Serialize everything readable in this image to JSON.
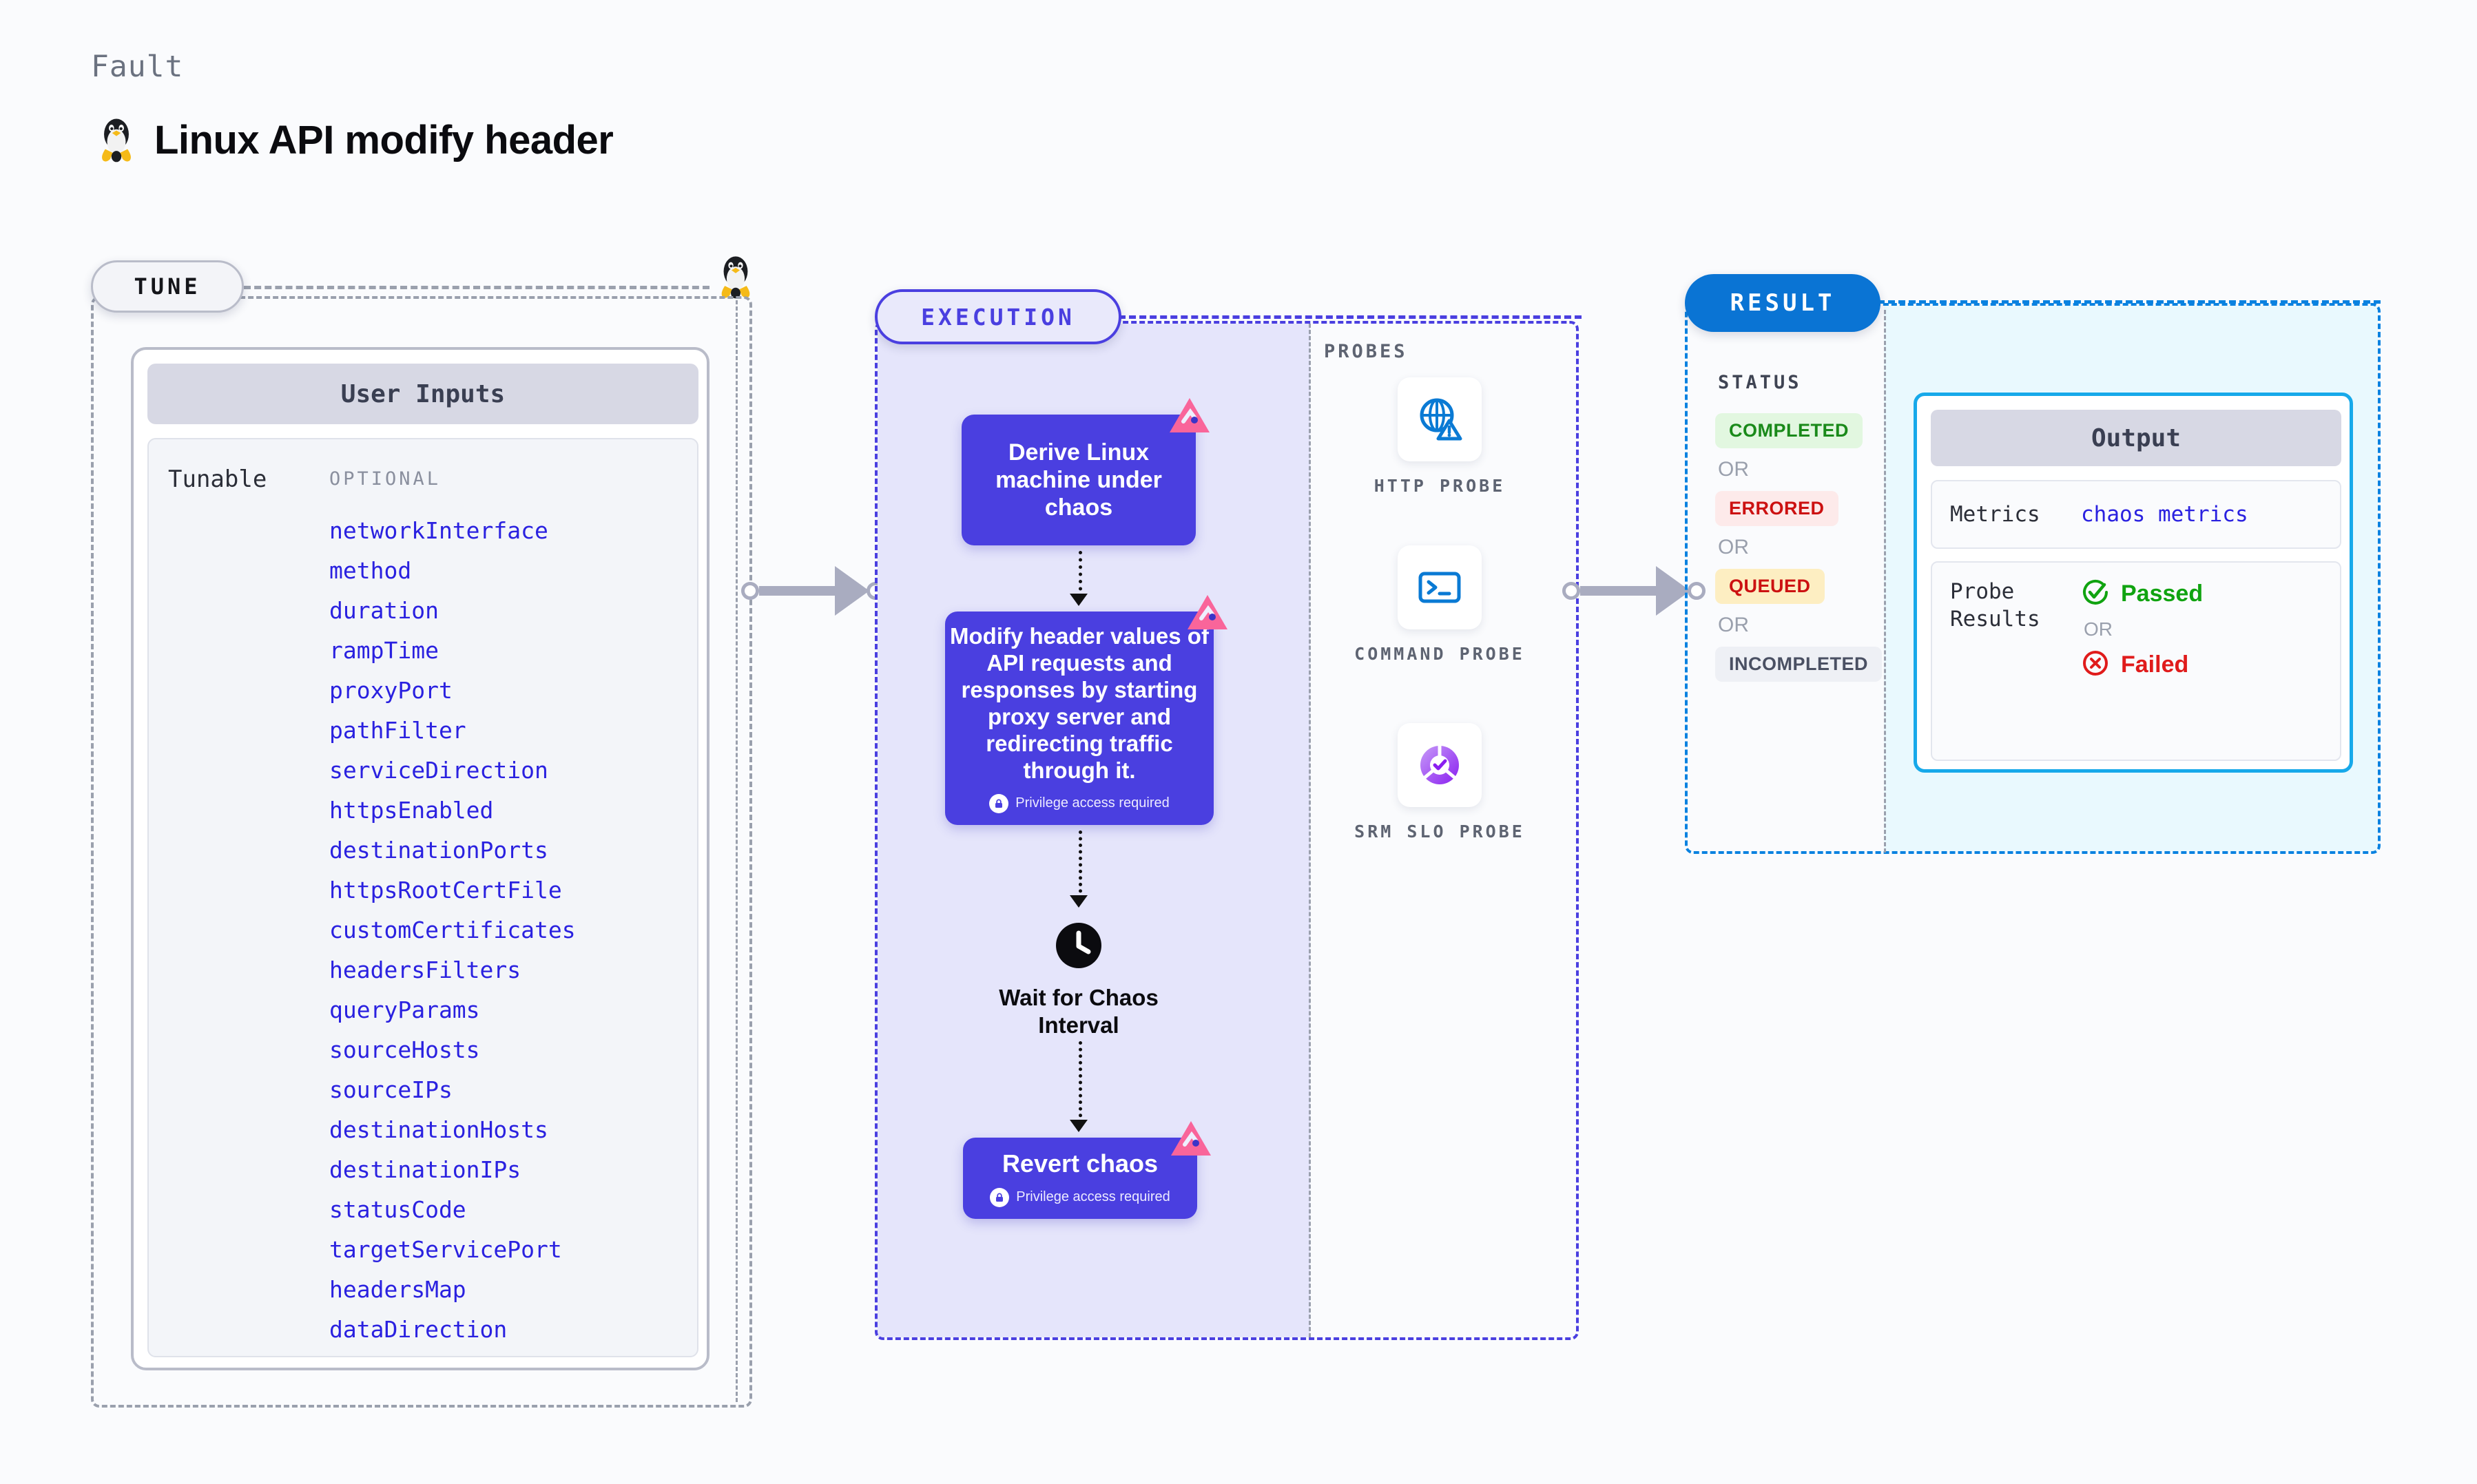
{
  "header": {
    "eyebrow": "Fault",
    "title": "Linux API modify header",
    "os_icon": "linux-penguin-icon"
  },
  "tune": {
    "chip_label": "TUNE",
    "card_title": "User Inputs",
    "tunable_label": "Tunable",
    "optional_label": "OPTIONAL",
    "items": [
      "networkInterface",
      "method",
      "duration",
      "rampTime",
      "proxyPort",
      "pathFilter",
      "serviceDirection",
      "httpsEnabled",
      "destinationPorts",
      "httpsRootCertFile",
      "customCertificates",
      "headersFilters",
      "queryParams",
      "sourceHosts",
      "sourceIPs",
      "destinationHosts",
      "destinationIPs",
      "statusCode",
      "targetServicePort",
      "headersMap",
      "dataDirection"
    ]
  },
  "execution": {
    "chip_label": "EXECUTION",
    "nodes": [
      {
        "text": "Derive Linux machine under chaos",
        "privilege": null,
        "badge": "litmus-badge-icon"
      },
      {
        "text": "Modify header values of API requests and responses by starting proxy server and redirecting traffic through it.",
        "privilege": "Privilege access required",
        "badge": "litmus-badge-icon"
      }
    ],
    "wait_label": "Wait for Chaos Interval",
    "wait_icon": "clock-icon",
    "revert": {
      "text": "Revert chaos",
      "privilege": "Privilege access required",
      "badge": "litmus-badge-icon"
    }
  },
  "probes": {
    "title": "PROBES",
    "items": [
      {
        "label": "HTTP PROBE",
        "icon": "globe-warning-icon"
      },
      {
        "label": "COMMAND PROBE",
        "icon": "terminal-icon"
      },
      {
        "label": "SRM SLO PROBE",
        "icon": "slo-check-icon"
      }
    ]
  },
  "result": {
    "chip_label": "RESULT",
    "status_title": "STATUS",
    "or_label": "OR",
    "statuses": [
      {
        "label": "COMPLETED",
        "bg": "#e2f7e0",
        "fg": "#1a8a1a"
      },
      {
        "label": "ERRORED",
        "bg": "#fdeaea",
        "fg": "#cc1111"
      },
      {
        "label": "QUEUED",
        "bg": "#fdeec2",
        "fg": "#cc1111"
      },
      {
        "label": "INCOMPLETED",
        "bg": "#eef0f5",
        "fg": "#4a5063"
      }
    ],
    "output": {
      "title": "Output",
      "metrics_key": "Metrics",
      "metrics_value": "chaos metrics",
      "probe_key": "Probe Results",
      "passed_label": "Passed",
      "failed_label": "Failed",
      "or_label": "OR",
      "passed_color": "#10a310",
      "failed_color": "#e01b1b"
    }
  },
  "colors": {
    "accent_purple": "#4a3fe0",
    "accent_blue": "#0a74d4",
    "accent_cyan": "#17a9ea",
    "badge_pink": "#f9659a"
  }
}
